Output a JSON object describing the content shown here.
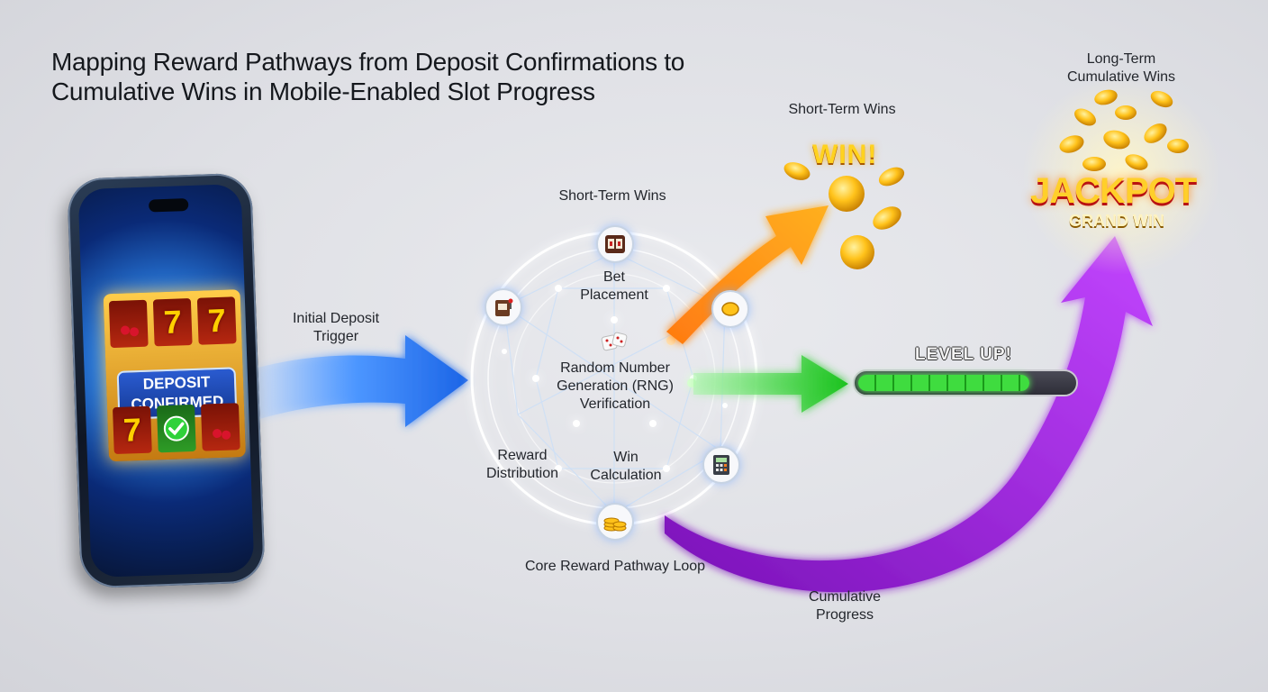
{
  "title": {
    "line1": "Mapping Reward Pathways from Deposit Confirmations to",
    "line2": "Cumulative Wins in Mobile-Enabled Slot Progress"
  },
  "phone": {
    "banner_line1": "DEPOSIT",
    "banner_line2": "CONFIRMED",
    "reel_symbol": "7"
  },
  "labels": {
    "initial_deposit": [
      "Initial Deposit",
      "Trigger"
    ],
    "short_term_top": "Short-Term Wins",
    "short_term_loop": "Short-Term Wins",
    "bet_placement": [
      "Bet",
      "Placement"
    ],
    "rng": [
      "Random Number",
      "Generation (RNG)",
      "Verification"
    ],
    "reward_distribution": [
      "Reward",
      "Distribution"
    ],
    "win_calculation": [
      "Win",
      "Calculation"
    ],
    "core_loop": "Core Reward Pathway Loop",
    "long_term": [
      "Long-Term",
      "Cumulative Wins"
    ],
    "cumulative_progress": [
      "Cumulative",
      "Progress"
    ]
  },
  "badges": {
    "win": "WIN!",
    "jackpot": "JACKPOT",
    "grand_win": "GRAND WIN",
    "level_up": "LEVEL UP!"
  },
  "progress": {
    "level_fraction": 0.8
  },
  "icons": {
    "bet_node": "slot-machine-icon",
    "left_node": "slot-machine-icon",
    "rng_center": "dice-icon",
    "calc_node": "calculator-icon",
    "coins_node": "coin-stack-icon",
    "right_node": "coin-icon"
  },
  "colors": {
    "deposit_arrow": "#2a7bf0",
    "short_term_arrow": "#ff8a1a",
    "level_arrow": "#27c92a",
    "cumulative_arrow": "#a21fe0",
    "gold": "#ffc21a"
  }
}
